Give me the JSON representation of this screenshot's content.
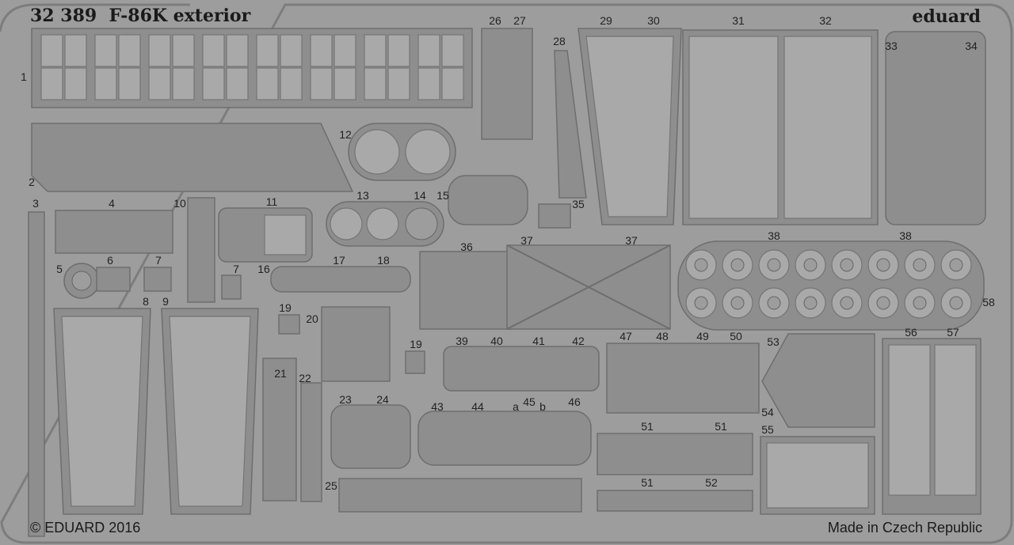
{
  "header": {
    "title": "32 389  F-86K exterior",
    "brand": "eduard"
  },
  "footer": {
    "copyright": "© EDUARD 2016",
    "origin": "Made in Czech Republic"
  },
  "labels": [
    "1",
    "2",
    "3",
    "4",
    "5",
    "6",
    "7",
    "7",
    "8",
    "9",
    "10",
    "11",
    "12",
    "13",
    "14",
    "15",
    "16",
    "17",
    "18",
    "19",
    "19",
    "20",
    "21",
    "22",
    "23",
    "24",
    "25",
    "26",
    "27",
    "28",
    "29",
    "30",
    "31",
    "32",
    "33",
    "34",
    "35",
    "36",
    "37",
    "37",
    "38",
    "38",
    "39",
    "40",
    "41",
    "42",
    "43",
    "44",
    "a",
    "45",
    "b",
    "46",
    "47",
    "48",
    "49",
    "50",
    "51",
    "51",
    "51",
    "52",
    "53",
    "54",
    "55",
    "56",
    "57",
    "58"
  ],
  "colors": {
    "background": "#9d9d9d",
    "part": "#8e8e8e",
    "panel": "#a9a9a9",
    "text": "#1a1a1a"
  }
}
